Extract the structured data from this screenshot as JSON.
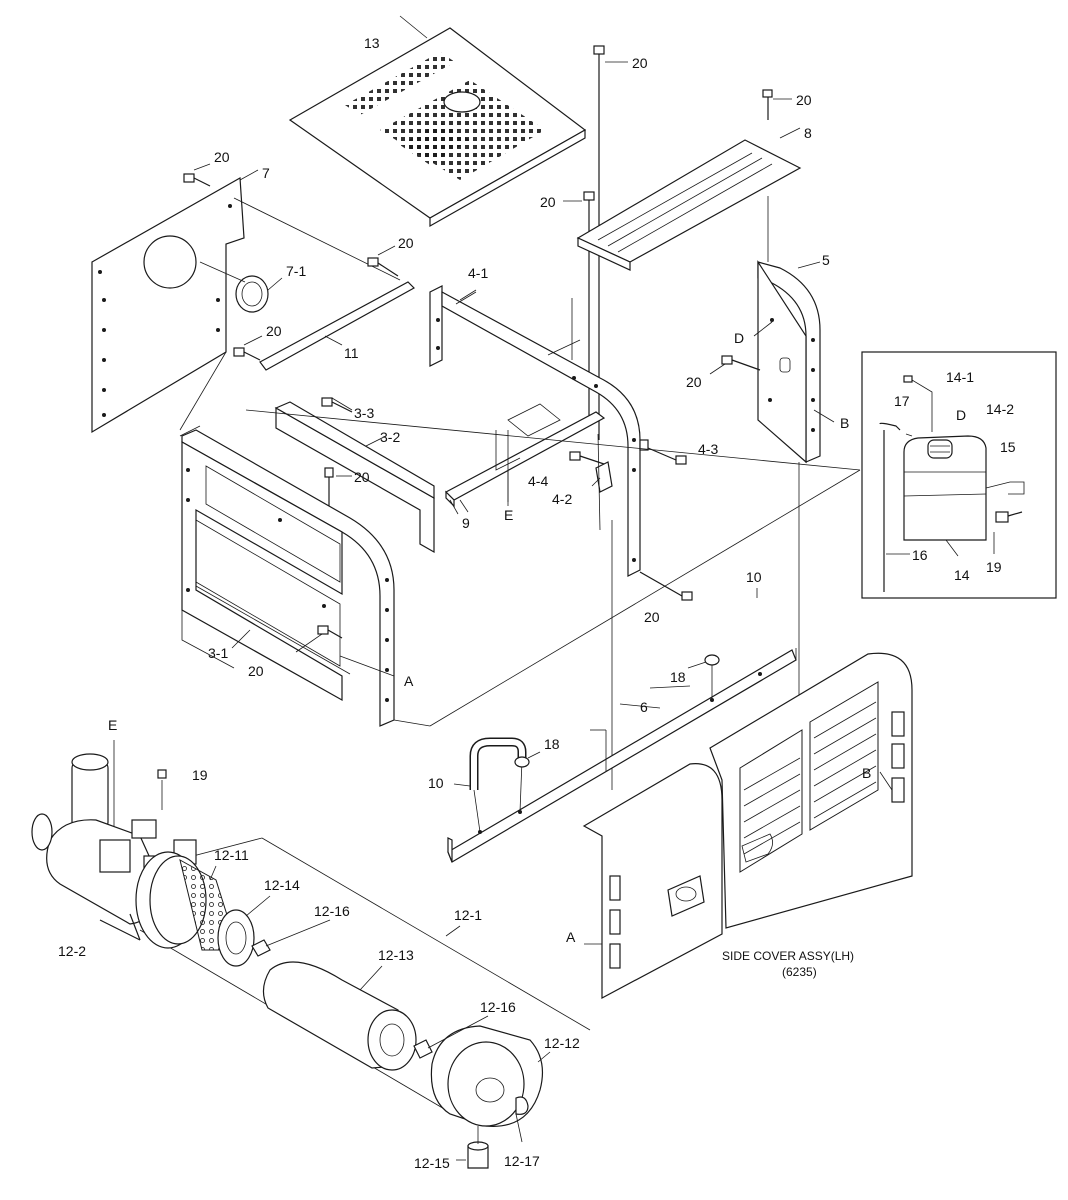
{
  "labels": {
    "p13": "13",
    "p20a": "20",
    "p20b": "20",
    "p20c": "20",
    "p20d": "20",
    "p20e": "20",
    "p20f": "20",
    "p20g": "20",
    "p20h": "20",
    "p20i": "20",
    "p20j": "20",
    "p8": "8",
    "p7": "7",
    "p7_1": "7-1",
    "p5": "5",
    "p4_1": "4-1",
    "p11": "11",
    "pD_frame": "D",
    "pB_frame": "B",
    "p3_3": "3-3",
    "p3_2": "3-2",
    "p4_3": "4-3",
    "p4_4": "4-4",
    "p4_2": "4-2",
    "p9": "9",
    "pE_frame": "E",
    "p3_1": "3-1",
    "pA_frame": "A",
    "p14_1": "14-1",
    "p17": "17",
    "pD_tank": "D",
    "p14_2": "14-2",
    "p15": "15",
    "p16": "16",
    "p14": "14",
    "p19_tank": "19",
    "p10a": "10",
    "p18a": "18",
    "p6": "6",
    "p18b": "18",
    "p10b": "10",
    "pB_cover": "B",
    "pE_filter": "E",
    "p19_filter": "19",
    "p12_11": "12-11",
    "p12_14": "12-14",
    "p12_16a": "12-16",
    "p12_1": "12-1",
    "p12_2": "12-2",
    "p12_13": "12-13",
    "p12_16b": "12-16",
    "p12_12": "12-12",
    "pA_cover": "A",
    "p12_15": "12-15",
    "p12_17": "12-17"
  },
  "caption": {
    "line1": "SIDE COVER ASSY(LH)",
    "line2": "(6235)"
  },
  "colors": {
    "line": "#1a1a1a",
    "background": "#ffffff"
  }
}
